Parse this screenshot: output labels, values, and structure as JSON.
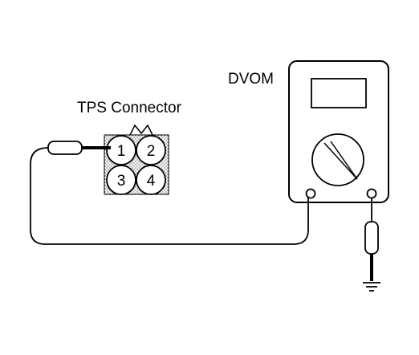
{
  "labels": {
    "dvom": "DVOM",
    "tps_connector": "TPS Connector"
  },
  "pins": [
    "1",
    "2",
    "3",
    "4"
  ],
  "colors": {
    "line": "#000000",
    "background": "#ffffff"
  }
}
